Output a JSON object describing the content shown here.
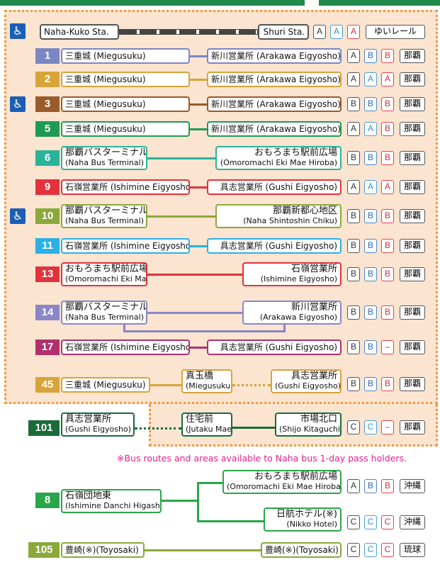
{
  "monorail": {
    "from": "Naha-Kuko Sta.",
    "to": "Shuri Sta.",
    "tags": [
      "A",
      "A",
      "A"
    ],
    "region": "ゆいレール"
  },
  "routes": [
    {
      "num": "1",
      "color": "#7b86c4",
      "wheelchair": false,
      "from": [
        "三重城 (Miegusuku)"
      ],
      "to": [
        "新川営業所 (Arakawa Eigyosho)"
      ],
      "tags": [
        "A",
        "B",
        "B"
      ],
      "region": "那覇"
    },
    {
      "num": "2",
      "color": "#d7a43a",
      "wheelchair": false,
      "from": [
        "三重城 (Miegusuku)"
      ],
      "to": [
        "新川営業所 (Arakawa Eigyosho)"
      ],
      "tags": [
        "A",
        "A",
        "A"
      ],
      "region": "那覇"
    },
    {
      "num": "3",
      "color": "#9a5b2a",
      "wheelchair": true,
      "from": [
        "三重城 (Miegusuku)"
      ],
      "to": [
        "新川営業所 (Arakawa Eigyosho)"
      ],
      "tags": [
        "B",
        "B",
        "B"
      ],
      "region": "那覇"
    },
    {
      "num": "5",
      "color": "#1f9a55",
      "wheelchair": false,
      "from": [
        "三重城 (Miegusuku)"
      ],
      "to": [
        "新川営業所 (Arakawa Eigyosho)"
      ],
      "tags": [
        "A",
        "A",
        "B"
      ],
      "region": "那覇"
    },
    {
      "num": "6",
      "color": "#2bb39a",
      "wheelchair": false,
      "from": [
        "那覇バスターミナル",
        "(Naha Bus Terminal)"
      ],
      "to": [
        "おもろまち駅前広場",
        "(Omoromachi Eki Mae Hiroba)"
      ],
      "tags": [
        "B",
        "B",
        "B"
      ],
      "region": "那覇"
    },
    {
      "num": "9",
      "color": "#e2323c",
      "wheelchair": false,
      "from": [
        "石嶺営業所 (Ishimine Eigyosho)"
      ],
      "to": [
        "具志営業所 (Gushi Eigyosho)"
      ],
      "tags": [
        "A",
        "A",
        "A"
      ],
      "region": "那覇"
    },
    {
      "num": "10",
      "color": "#8aa93a",
      "wheelchair": true,
      "from": [
        "那覇バスターミナル",
        "(Naha Bus Terminal)"
      ],
      "to": [
        "那覇新都心地区",
        "(Naha Shintoshin Chiku)"
      ],
      "tags": [
        "B",
        "B",
        "B"
      ],
      "region": "那覇"
    },
    {
      "num": "11",
      "color": "#2ab1e6",
      "wheelchair": false,
      "from": [
        "石嶺営業所 (Ishimine Eigyosho)"
      ],
      "to": [
        "具志営業所 (Gushi Eigyosho)"
      ],
      "tags": [
        "B",
        "B",
        "B"
      ],
      "region": "那覇"
    },
    {
      "num": "13",
      "color": "#e2323c",
      "wheelchair": false,
      "from": [
        "おもろまち駅前広場",
        "(Omoromachi Eki Mae Hiroba)"
      ],
      "to": [
        "石嶺営業所",
        "(Ishimine Eigyosho)"
      ],
      "tags": [
        "B",
        "B",
        "B"
      ],
      "region": "那覇"
    },
    {
      "num": "14",
      "color": "#8a86c8",
      "wheelchair": false,
      "from": [
        "那覇バスターミナル",
        "(Naha Bus Terminal)"
      ],
      "to": [
        "新川営業所",
        "(Arakawa Eigyosho)"
      ],
      "tags": [
        "B",
        "B",
        "B"
      ],
      "region": "那覇"
    },
    {
      "num": "17",
      "color": "#b0306e",
      "wheelchair": false,
      "from": [
        "石嶺営業所 (Ishimine Eigyosho)"
      ],
      "to": [
        "具志営業所 (Gushi Eigyosho)"
      ],
      "tags": [
        "B",
        "B",
        "–"
      ],
      "region": "那覇"
    }
  ],
  "route45": {
    "num": "45",
    "from": "三重城 (Miegusuku)",
    "mid": [
      "真玉橋",
      "(Miegusuku)"
    ],
    "to": [
      "具志営業所",
      "(Gushi Eigyosho)"
    ],
    "tags": [
      "B",
      "B",
      "B"
    ],
    "region": "那覇"
  },
  "route101": {
    "num": "101",
    "from": [
      "具志営業所",
      "(Gushi Eigyosho)"
    ],
    "mid": [
      "住宅前",
      "(Jutaku Mae)"
    ],
    "to": [
      "市場北口",
      "(Shijo Kitaguchi)"
    ],
    "tags": [
      "C",
      "C",
      "–"
    ],
    "region": "那覇"
  },
  "note": "※Bus routes and areas available to Naha bus 1-day pass holders.",
  "route8": {
    "num": "8",
    "from": [
      "石嶺団地東",
      "(Ishimine Danchi Higashi)"
    ],
    "to1": [
      "おもろまち駅前広場",
      "(Omoromachi Eki Mae Hiroba)"
    ],
    "tags1": [
      "A",
      "B",
      "B"
    ],
    "region1": "沖縄",
    "to2": [
      "日航ホテル(※)",
      "(Nikko Hotel)"
    ],
    "tags2": [
      "C",
      "C",
      "C"
    ],
    "region2": "沖縄"
  },
  "route105": {
    "num": "105",
    "from": "豊崎(※)(Toyosaki)",
    "to": "豊崎(※)(Toyosaki)",
    "tags": [
      "C",
      "C",
      "C"
    ],
    "region": "琉球"
  },
  "colors": {
    "accent": "#1f8a4c",
    "area_fill": "#fbe4d0",
    "area_border": "#f09a3e",
    "note": "#e0218a",
    "wheelchair": "#1a5fb4"
  }
}
